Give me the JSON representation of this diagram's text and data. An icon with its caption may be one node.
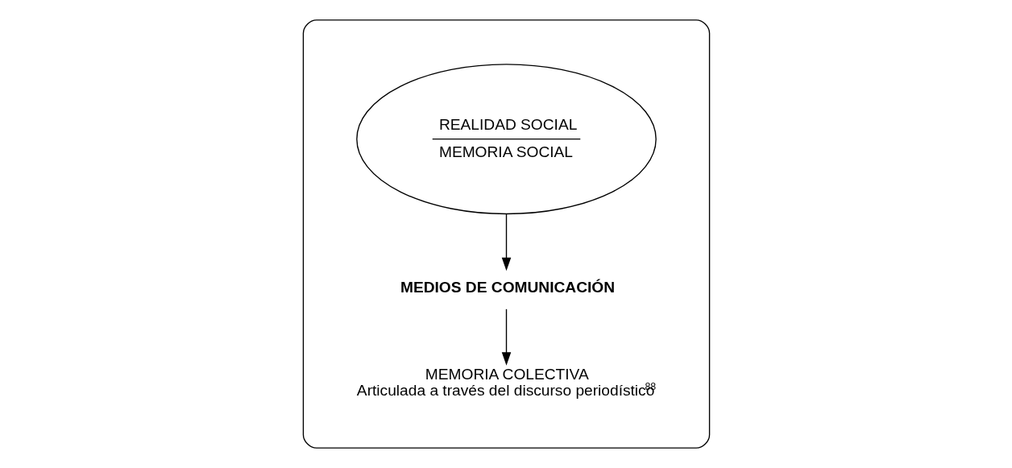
{
  "diagram": {
    "nodes": [
      {
        "text": [],
        "shape": "ellipse"
      },
      {
        "text": [
          "REALIDAD SOCIAL",
          "MEMORIA SOCIAL"
        ],
        "in": 0
      },
      {
        "text": [
          "MEDIOS DE COMUNICACIÓN"
        ],
        "in": 0
      },
      {
        "text": [
          "MEMORIA COLECTIVA",
          "Articulada a través del discurso periodístico$^{88}$"
        ],
        "in": 0
      }
    ],
    "edges": [
      {
        "from": 1,
        "to": 2,
        "arrow": "to"
      },
      {
        "from": 2,
        "to": 3,
        "arrow": "to"
      }
    ]
  }
}
